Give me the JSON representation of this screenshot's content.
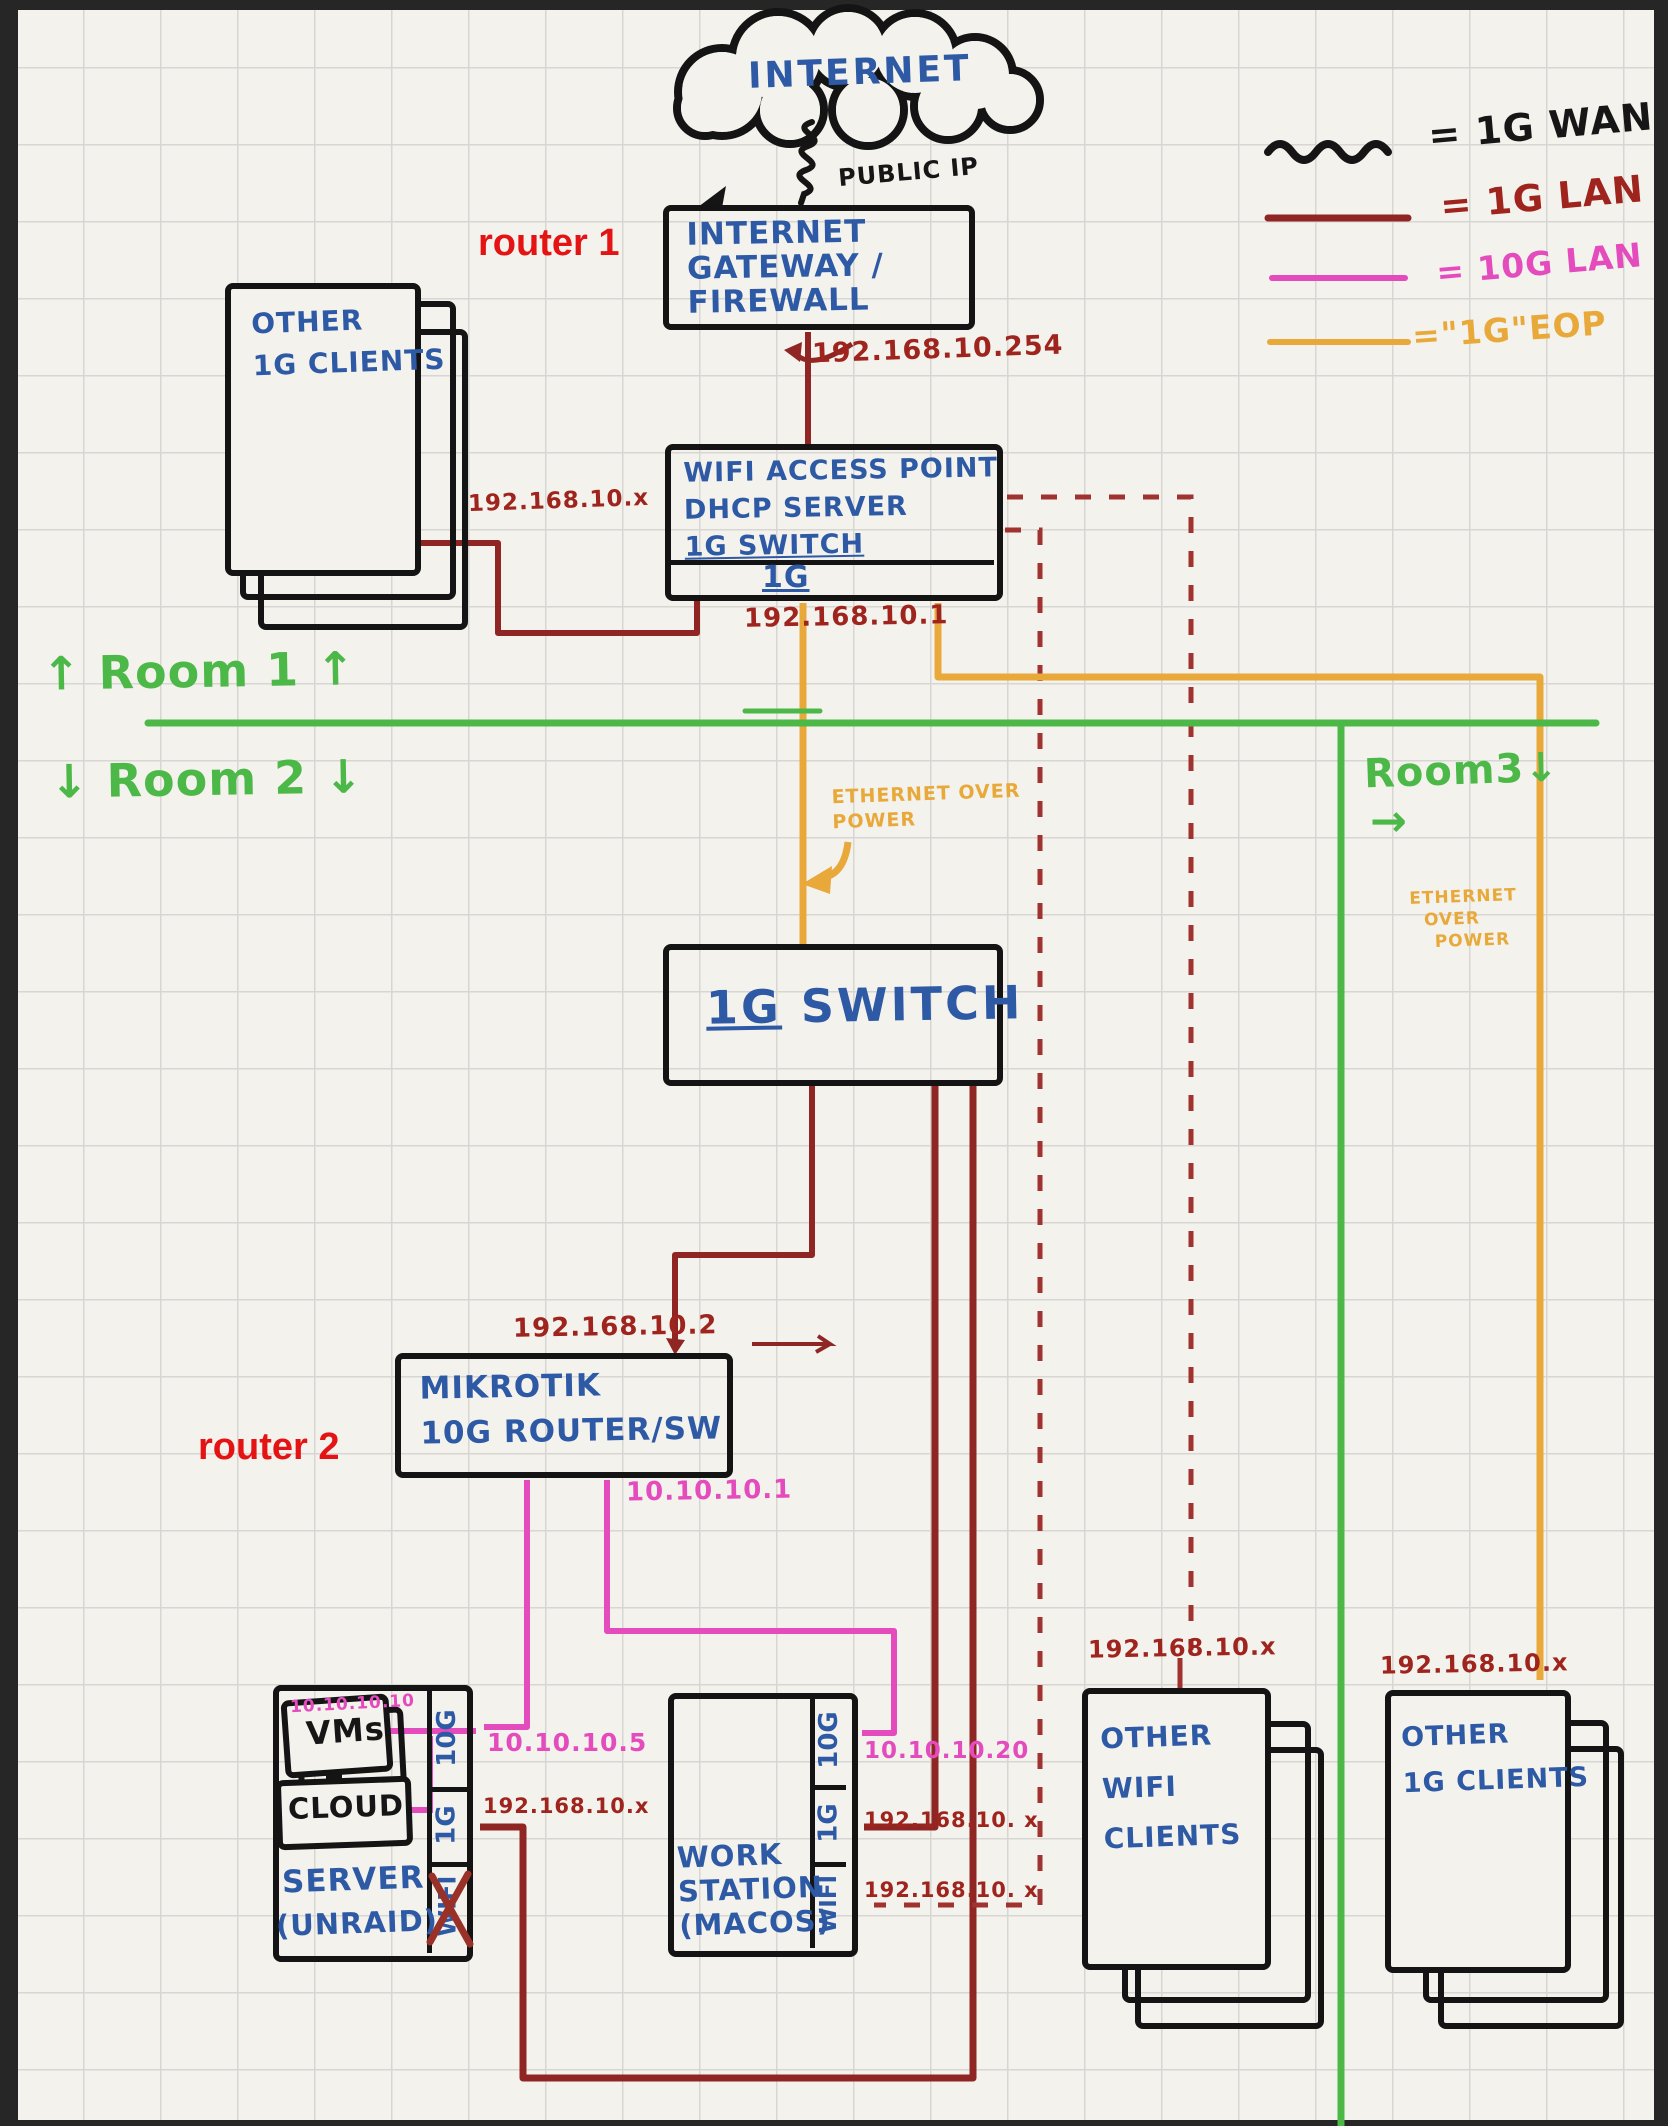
{
  "cloud": {
    "label": "INTERNET",
    "public_ip": "PUBLIC IP"
  },
  "annotations": {
    "router1": "router 1",
    "router2": "router 2"
  },
  "legend": {
    "wan": "= 1G WAN",
    "lan_1g": "= 1G LAN",
    "lan_10g": "= 10G LAN",
    "eop": "=\"1G\"EOP"
  },
  "rooms": {
    "room1": "↑ Room 1 ↑",
    "room2": "↓ Room 2 ↓",
    "room3": "Room3↓",
    "room3_arrow": "→"
  },
  "eop_labels": {
    "mid_line1": "ETHERNET OVER",
    "mid_line2": "POWER",
    "right_line1": "ETHERNET",
    "right_line2": "OVER",
    "right_line3": "POWER"
  },
  "nodes": {
    "gateway": {
      "line1": "INTERNET",
      "line2": "GATEWAY /",
      "line3": "FIREWALL",
      "ip": "192.168.10.254"
    },
    "ap": {
      "line1": "WIFI ACCESS POINT",
      "line2": "DHCP SERVER",
      "line3": "1G SWITCH",
      "port": "1G",
      "ip": "192.168.10.1"
    },
    "clients_top": {
      "line1": "OTHER",
      "line2": "1G CLIENTS",
      "ip": "192.168.10.x"
    },
    "switch": {
      "label_1g": "1G",
      "label_sw": "SWITCH"
    },
    "mikrotik": {
      "line1": "MIKROTIK",
      "line2": "10G ROUTER/SW",
      "ip_lan": "192.168.10.2",
      "ip_10g": "10.10.10.1"
    },
    "server": {
      "vms": "VMs",
      "vms_ip": "10.10.10.10",
      "cloud": "CLOUD",
      "line1": "SERVER",
      "line2": "(UNRAID)",
      "port_10g": "10G",
      "port_1g": "1G",
      "port_wifi": "WIFI",
      "ip_10g": "10.10.10.5",
      "ip_1g": "192.168.10.x"
    },
    "workstation": {
      "line1": "WORK",
      "line2": "STATION",
      "line3": "(MACOS)",
      "port_10g": "10G",
      "port_1g": "1G",
      "port_wifi": "WIFI",
      "ip_10g": "10.10.10.20",
      "ip_1g": "192.168.10. x",
      "ip_wifi": "192.168.10. x"
    },
    "wifi_clients": {
      "line1": "OTHER",
      "line2": "WIFI",
      "line3": "CLIENTS",
      "ip": "192.168.10.x"
    },
    "clients_right": {
      "line1": "OTHER",
      "line2": "1G CLIENTS",
      "ip": "192.168.10.x"
    }
  },
  "colors": {
    "wan_black": "#151515",
    "lan_1g_red": "#8f2623",
    "lan_10g_pink": "#e44bbd",
    "eop_orange": "#e8a93a",
    "room_green": "#4cb848",
    "handwriting_blue": "#2d59a5",
    "annotation_red": "#e41414",
    "paper": "#f3f2ed"
  }
}
